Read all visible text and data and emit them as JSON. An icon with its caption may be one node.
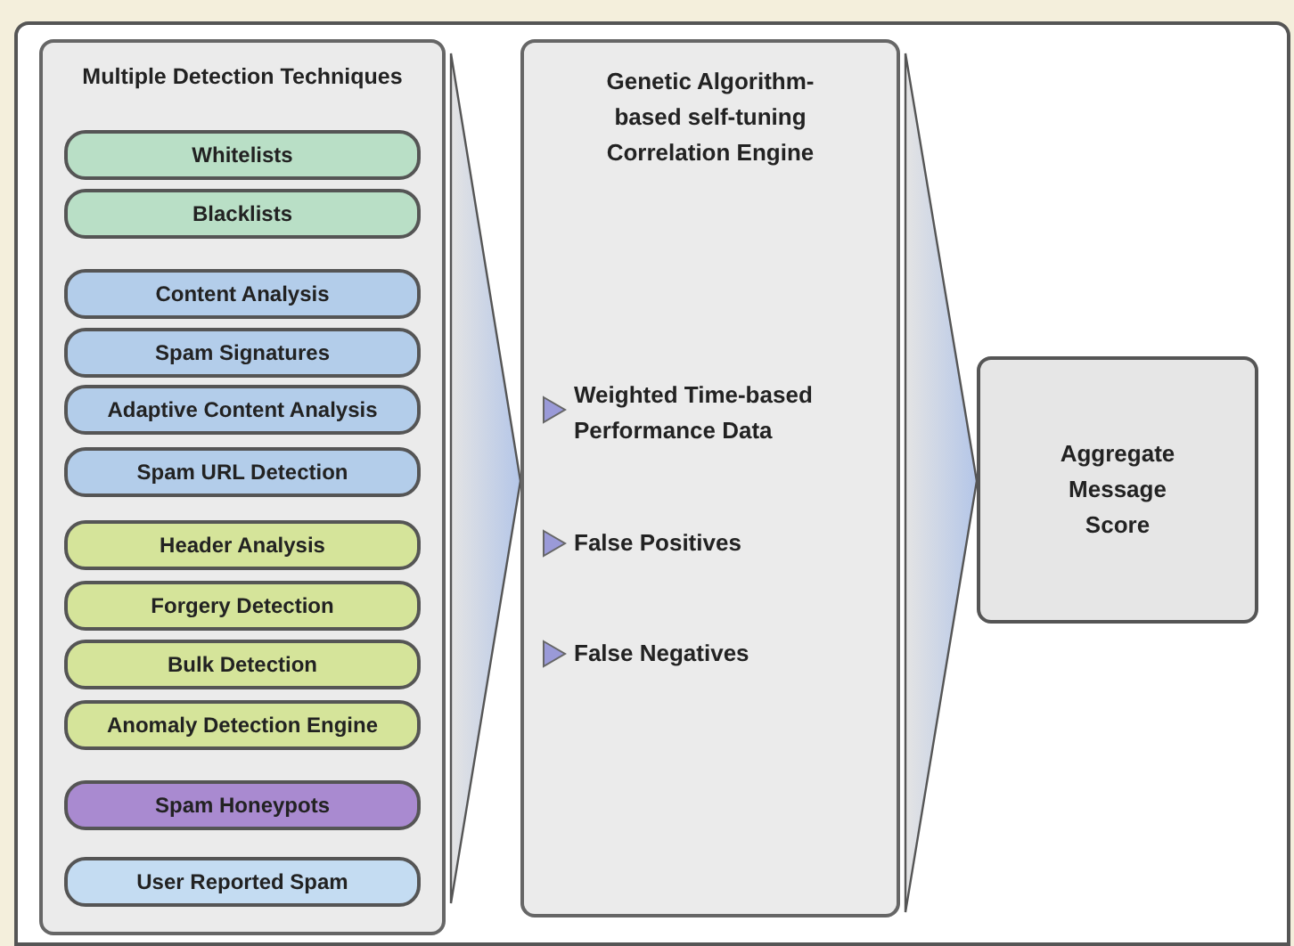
{
  "diagram": {
    "nodes": [
      {
        "text": [
          "Multiple Detection Techniques"
        ]
      },
      {
        "text": [
          "Whitelists"
        ],
        "in": 0
      },
      {
        "text": [
          "Blacklists"
        ],
        "in": 0
      },
      {
        "text": [
          "Content Analysis"
        ],
        "in": 0
      },
      {
        "text": [
          "Spam Signatures"
        ],
        "in": 0
      },
      {
        "text": [
          "Adaptive Content Analysis"
        ],
        "in": 0
      },
      {
        "text": [
          "Spam URL Detection"
        ],
        "in": 0
      },
      {
        "text": [
          "Header Analysis"
        ],
        "in": 0
      },
      {
        "text": [
          "Forgery Detection"
        ],
        "in": 0
      },
      {
        "text": [
          "Bulk Detection"
        ],
        "in": 0
      },
      {
        "text": [
          "Anomaly Detection Engine"
        ],
        "in": 0
      },
      {
        "text": [
          "Spam Honeypots"
        ],
        "in": 0
      },
      {
        "text": [
          "User Reported Spam"
        ],
        "in": 0
      },
      {
        "text": [
          "Genetic Algorithm-based self-tuning Correlation Engine",
          "Weighted Time-based Performance Data",
          "False Positives",
          "False Negatives"
        ]
      },
      {
        "text": [
          "Aggregate Message Score"
        ]
      }
    ],
    "edges": [
      {
        "from": 0,
        "to": 13,
        "arrow": "to"
      },
      {
        "from": 13,
        "to": 14,
        "arrow": "to"
      }
    ]
  }
}
